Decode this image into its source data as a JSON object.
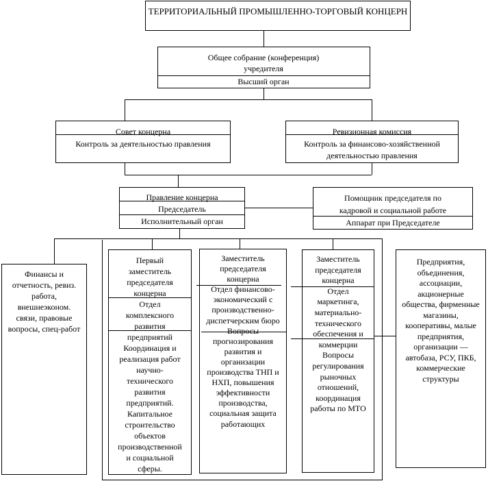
{
  "title": "ТЕРРИТОРИАЛЬНЫЙ ПРОМЫШЛЕННО-ТОРГОВЫЙ КОНЦЕРН",
  "assembly": {
    "name": "Общее собрание (конференция)\nучредителя",
    "role": "Высший орган"
  },
  "council": {
    "name": "Совет концерна",
    "role": "Контроль за деятельностью правления"
  },
  "audit": {
    "name": "Ревизионная комиссия",
    "role": "Контроль за финансово-хозяйственной\nдеятельностью правления"
  },
  "board": {
    "name": "Правление концерна",
    "chair": "Председатель",
    "role": "Исполнительный орган"
  },
  "assistant": {
    "name": "Помощник председателя по\nкадровой и социальной работе",
    "role": "Аппарат при Председателе"
  },
  "finance": "Финансы и\nотчетность, ревиз.\nработа,\nвнешнеэконом.\nсвязи, правовые\nвопросы, спец-работ",
  "first_deputy": "Первый\nзаместитель\nпредседателя\nконцерна\nОтдел\nкомплексного\nразвития\nпредприятий\nКоординация и\nреализация работ\nнаучно-\nтехнического\nразвития\nпредприятий.\nКапитальное\nстроительство\nобъектов\nпроизводственной\nи социальной\nсферы.",
  "deputy_finance": "Заместитель\nпредседателя\nконцерна\nОтдел финансово-\nэкономический с\nпроизводственно-\nдиспетчерским бюро\nВопросы\nпрогнозирования\nразвития и\nорганизации\nпроизводства ТНП и\nНХП, повышения\nэффективности\nпроизводства,\nсоциальная защита\nработающих",
  "deputy_marketing": "Заместитель\nпредседателя\nконцерна\nОтдел\nмаркетинга,\nматериально-\nтехнического\nобеспечения и\nкоммерции\nВопросы\nрегулирования\nрыночных\nотношений,\nкоординация\nработы по МТО",
  "enterprises": "Предприятия,\nобъединения,\nассоциации,\nакционерные\nобщества, фирменные\nмагазины,\nкооперативы, малые\nпредприятия,\nорганизации —\nавтобаза, РСУ, ПКБ,\nкоммерческие\nструктуры"
}
